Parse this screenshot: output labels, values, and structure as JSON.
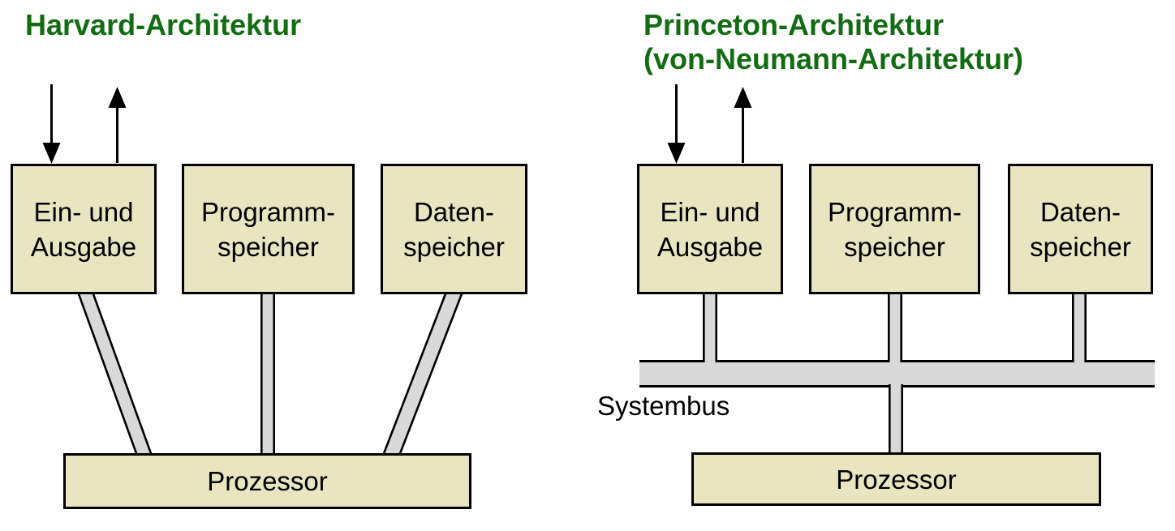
{
  "colors": {
    "title_green": "#126c12",
    "box_fill": "#e8e5c0",
    "bus_gray": "#d9d9d9",
    "outline": "#000000"
  },
  "harvard": {
    "title": "Harvard-Architektur",
    "io_box": "Ein- und\nAusgabe",
    "program_memory_box": "Programm-\nspeicher",
    "data_memory_box": "Daten-\nspeicher",
    "processor_box": "Prozessor"
  },
  "princeton": {
    "title_line1": "Princeton-Architektur",
    "title_line2": "(von-Neumann-Architektur)",
    "io_box": "Ein- und\nAusgabe",
    "program_memory_box": "Programm-\nspeicher",
    "data_memory_box": "Daten-\nspeicher",
    "processor_box": "Prozessor",
    "bus_label": "Systembus"
  }
}
